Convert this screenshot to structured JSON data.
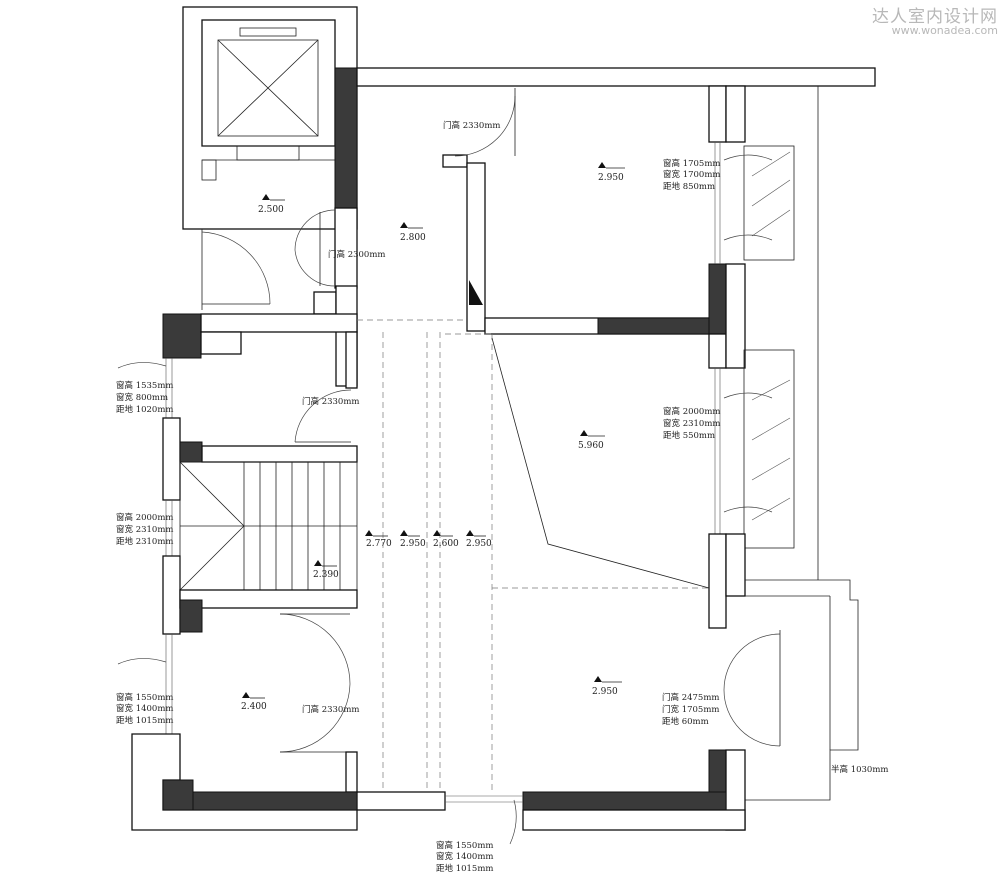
{
  "watermark": {
    "title": "达人室内设计网",
    "url": "www.wonadea.com"
  },
  "levels": {
    "lv_2500": "2.500",
    "lv_2800": "2.800",
    "lv_2950_top": "2.950",
    "lv_5960": "5.960",
    "lv_2770": "2.770",
    "lv_2950_c1": "2.950",
    "lv_2600": "2.600",
    "lv_2950_c2": "2.950",
    "lv_2390": "2.390",
    "lv_2400": "2.400",
    "lv_2950_br": "2.950"
  },
  "doors": {
    "d1": "门高  2330mm",
    "d2": "门高  2300mm",
    "d3": "门高  2330mm",
    "d4": "门高  2330mm",
    "d5": {
      "h": "门高  2475mm",
      "w": "门宽  1705mm",
      "g": "距地  60mm"
    }
  },
  "windows": {
    "w_right_top": {
      "h": "窗高  1705mm",
      "w": "窗宽  1700mm",
      "g": "距地  850mm"
    },
    "w_right_mid": {
      "h": "窗高  2000mm",
      "w": "窗宽  2310mm",
      "g": "距地  550mm"
    },
    "w_left_1": {
      "h": "窗高  1535mm",
      "w": "窗宽  800mm",
      "g": "距地  1020mm"
    },
    "w_left_2": {
      "h": "窗高  2000mm",
      "w": "窗宽  2310mm",
      "g": "距地  2310mm"
    },
    "w_left_3": {
      "h": "窗高  1550mm",
      "w": "窗宽  1400mm",
      "g": "距地  1015mm"
    },
    "w_bottom": {
      "h": "窗高  1550mm",
      "w": "窗宽  1400mm",
      "g": "距地  1015mm"
    }
  },
  "rail": "半高  1030mm"
}
